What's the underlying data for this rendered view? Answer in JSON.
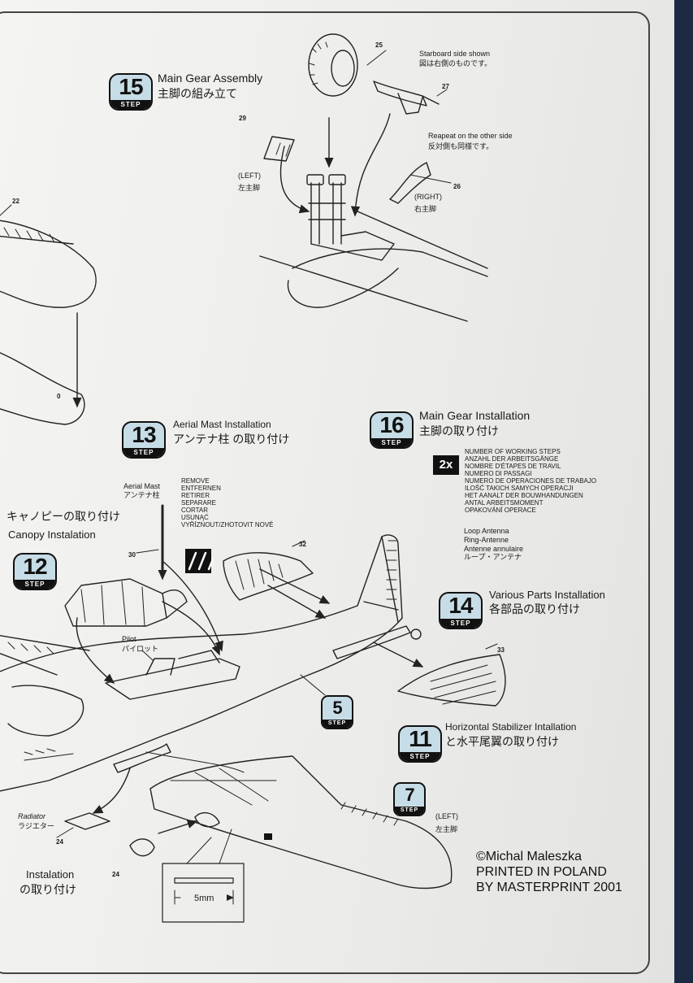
{
  "steps": {
    "s15": {
      "number": "15",
      "step_label": "STEP",
      "title": "Main Gear Assembly",
      "title_jp": "主脚の組み立て"
    },
    "s13": {
      "number": "13",
      "step_label": "STEP",
      "title": "Aerial Mast Installation",
      "title_jp": "アンテナ柱 の取り付け"
    },
    "s16": {
      "number": "16",
      "step_label": "STEP",
      "title": "Main Gear Installation",
      "title_jp": "主脚の取り付け"
    },
    "s12": {
      "number": "12",
      "step_label": "STEP",
      "title": "Canopy Instalation",
      "title_jp": "キャノピーの取り付け"
    },
    "s14": {
      "number": "14",
      "step_label": "STEP",
      "title": "Various Parts Installation",
      "title_jp": "各部品の取り付け"
    },
    "s5": {
      "number": "5",
      "step_label": "STEP"
    },
    "s11": {
      "number": "11",
      "step_label": "STEP",
      "title": "Horizontal Stabilizer Intallation",
      "title_jp": "と水平尾翼の取り付け"
    },
    "s7": {
      "number": "7",
      "step_label": "STEP"
    },
    "s_bottom": {
      "title": "Instalation",
      "title_jp": "の取り付け"
    }
  },
  "labels": {
    "starboard_en": "Starboard side shown",
    "starboard_jp": "図は右側のものです。",
    "repeat_en": "Reapeat on the other side",
    "repeat_jp": "反対側も同様です。",
    "left_en": "(LEFT)",
    "left_jp": "左主脚",
    "right_en": "(RIGHT)",
    "right_jp": "右主脚",
    "aerial_mast_en": "Aerial Mast",
    "aerial_mast_jp": "アンテナ柱",
    "pilot_en": "Pilot",
    "pilot_jp": "パイロット",
    "radiator_en": "Radiator",
    "radiator_jp": "ラジエター",
    "left2_en": "(LEFT)",
    "left2_jp": "左主脚",
    "measure": "5mm"
  },
  "parts": {
    "p25": "25",
    "p27": "27",
    "p29": "29",
    "p26": "26",
    "p22": "22",
    "p0": "0",
    "p30": "30",
    "p32": "32",
    "p33": "33",
    "p24a": "24",
    "p24b": "24"
  },
  "remove_list": [
    "REMOVE",
    "ENTFERNEN",
    "RETIRER",
    "SEPARARE",
    "CORTAR",
    "USUNĄĆ",
    "VYŘÍZNOUT/ZHOTOVIT NOVÉ"
  ],
  "repeat_badge": "2x",
  "repeat_list": [
    "NUMBER OF WORKING STEPS",
    "ANZAHL DER ARBEITSGÄNGE",
    "NOMBRE D'ÉTAPES DE TRAVIL",
    "NUMERO DI PASSAGI",
    "NUMERO DE OPERACIONES DE TRABAJO",
    "ILOŚĆ TAKICH SAMYCH OPERACJI",
    "HET AANALT DER BOUWHANDUNGEN",
    "ANTAL ARBEITSMOMENT",
    "OPAKOVÁNÍ OPERACE"
  ],
  "antenna_list": [
    "Loop Antenna",
    "Ring-Antenne",
    "Antenne annulaire",
    "ループ・アンテナ"
  ],
  "credits": [
    "©Michal Maleszka",
    "PRINTED IN POLAND",
    "BY MASTERPRINT 2001"
  ],
  "colors": {
    "step_badge": "#c6dce6",
    "ink": "#111111",
    "paper": "#f0f0ee",
    "background": "#1c2a44"
  }
}
